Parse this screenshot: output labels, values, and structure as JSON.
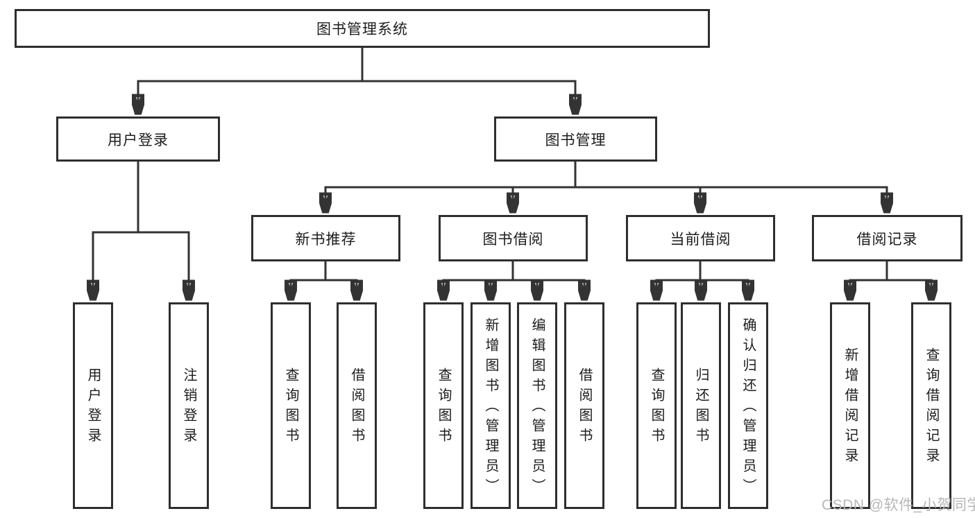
{
  "diagram": {
    "title": "图书管理系统",
    "branches": [
      {
        "label": "用户登录",
        "children": [
          {
            "label": "用户登录"
          },
          {
            "label": "注销登录"
          }
        ]
      },
      {
        "label": "图书管理",
        "children": [
          {
            "label": "新书推荐",
            "children": [
              {
                "label": "查询图书"
              },
              {
                "label": "借阅图书"
              }
            ]
          },
          {
            "label": "图书借阅",
            "children": [
              {
                "label": "查询图书"
              },
              {
                "label": "新增图书（管理员）"
              },
              {
                "label": "编辑图书（管理员）"
              },
              {
                "label": "借阅图书"
              }
            ]
          },
          {
            "label": "当前借阅",
            "children": [
              {
                "label": "查询图书"
              },
              {
                "label": "归还图书"
              },
              {
                "label": "确认归还（管理员）"
              }
            ]
          },
          {
            "label": "借阅记录",
            "children": [
              {
                "label": "新增借阅记录"
              },
              {
                "label": "查询借阅记录"
              }
            ]
          }
        ]
      }
    ]
  },
  "colors": {
    "line": "#333333",
    "border": "#2e2e2e",
    "text": "#1c1c1c",
    "background": "#ffffff",
    "watermark": "#b7b7b7"
  },
  "watermark": {
    "text": "CSDN @软件_小贺同学"
  }
}
